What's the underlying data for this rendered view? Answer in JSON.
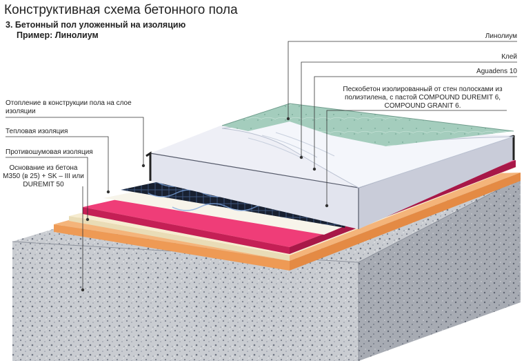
{
  "title": "Конструктивная схема бетонного пола",
  "subtitle": "3. Бетонный пол уложенный на изоляцию",
  "example": "Пример: Линолиум",
  "labels": {
    "linoleum": "Линолиум",
    "glue": "Клей",
    "aguadens": "Aguadens 10",
    "screed": "Пескобетон изолированный от стен полосками из полиэтилена, с пастой COMPOUND DUREMIT 6, COMPOUND GRANIT 6.",
    "heating": "Отопление в конструкции пола на слое изоляции",
    "thermal": "Тепловая изоляция",
    "acoustic": "Противошумовая изоляция",
    "base": "Основание из бетона М350 (в 25) + SK – III или DUREMIT 50"
  },
  "colors": {
    "concrete": "#c9ccd0",
    "orange": "#f0a060",
    "cream": "#f3e8c8",
    "pink": "#e8306a",
    "heating": "#1b2233",
    "screed": "#e3e5ef",
    "linoleum": "#9ec7b7",
    "leader": "#333333"
  }
}
